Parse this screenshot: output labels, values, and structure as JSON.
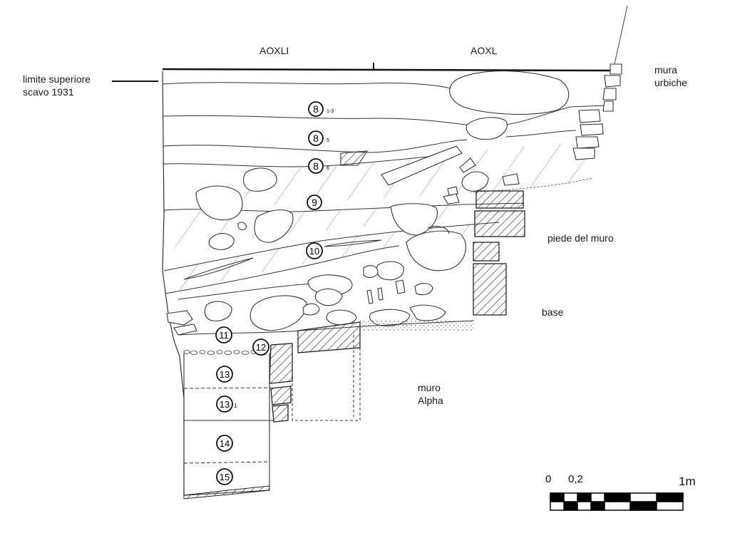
{
  "headers": {
    "left": "AOXLI",
    "right": "AOXL"
  },
  "labels": {
    "limite_line1": "limite superiore",
    "limite_line2": "scavo 1931",
    "mura_line1": "mura",
    "mura_line2": "urbiche",
    "piede": "piede del muro",
    "base": "base",
    "muro_line1": "muro",
    "muro_line2": "Alpha"
  },
  "layers": [
    {
      "num": "8",
      "sub": "1-3"
    },
    {
      "num": "8",
      "sub": "5"
    },
    {
      "num": "8",
      "sub": "6"
    },
    {
      "num": "9",
      "sub": ""
    },
    {
      "num": "10",
      "sub": ""
    },
    {
      "num": "11",
      "sub": ""
    },
    {
      "num": "12",
      "sub": ""
    },
    {
      "num": "13",
      "sub": ""
    },
    {
      "num": "13",
      "sub": "1"
    },
    {
      "num": "14",
      "sub": ""
    },
    {
      "num": "15",
      "sub": ""
    }
  ],
  "scale": {
    "zero": "0",
    "fifth": "0,2",
    "end": "1m"
  }
}
